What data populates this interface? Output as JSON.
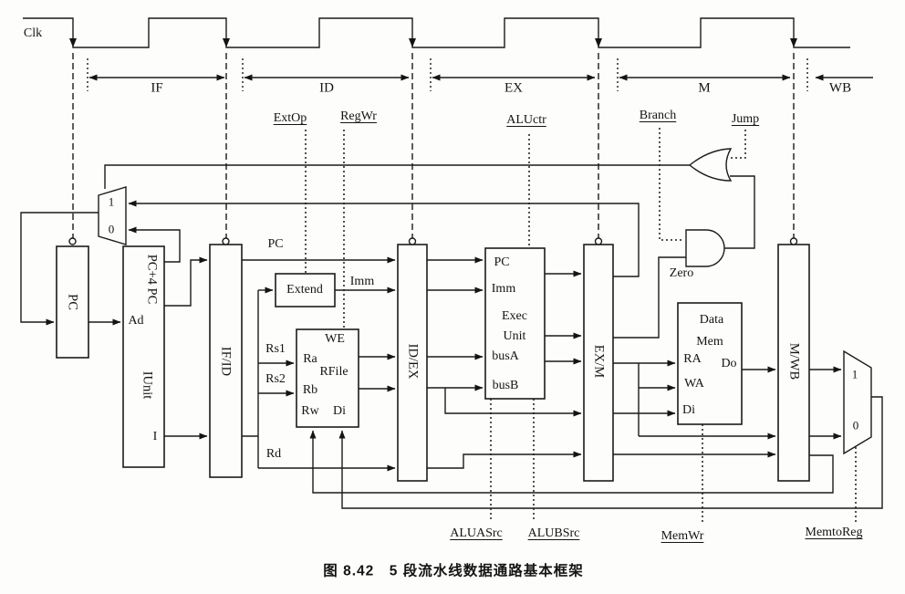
{
  "clock": {
    "label": "Clk"
  },
  "stages": {
    "if": "IF",
    "id": "ID",
    "ex": "EX",
    "m": "M",
    "wb": "WB"
  },
  "controls_top": {
    "extop": "ExtOp",
    "regwr": "RegWr",
    "aluctr": "ALUctr",
    "branch": "Branch",
    "jump": "Jump"
  },
  "controls_bottom": {
    "aluasrc": "ALUASrc",
    "alubsrc": "ALUBSrc",
    "memwr": "MemWr",
    "memtoreg": "MemtoReg"
  },
  "wires": {
    "pc": "PC",
    "imm": "Imm",
    "rs1": "Rs1",
    "rs2": "Rs2",
    "rd": "Rd",
    "zero": "Zero"
  },
  "blocks": {
    "pc": "PC",
    "iunit": {
      "title": "IUnit",
      "pc4pc": "PC+4 PC",
      "ad": "Ad",
      "i": "I"
    },
    "ifid": "IF/ID",
    "extend": "Extend",
    "rfile": {
      "title": "RFile",
      "we": "WE",
      "ra": "Ra",
      "rb": "Rb",
      "rw": "Rw",
      "di": "Di"
    },
    "idex": "ID/EX",
    "exec": {
      "line1": "Exec",
      "line2": "Unit",
      "pc": "PC",
      "imm": "Imm",
      "busa": "busA",
      "busb": "busB"
    },
    "exm": "EX/M",
    "datamem": {
      "line1": "Data",
      "line2": "Mem",
      "ra": "RA",
      "wa": "WA",
      "di": "Di",
      "do": "Do"
    },
    "mwb": "M/WB"
  },
  "muxes": {
    "pcsrc": {
      "one": "1",
      "zero": "0"
    },
    "memtoreg": {
      "one": "1",
      "zero": "0"
    }
  },
  "caption": "图 8.42　5 段流水线数据通路基本框架"
}
